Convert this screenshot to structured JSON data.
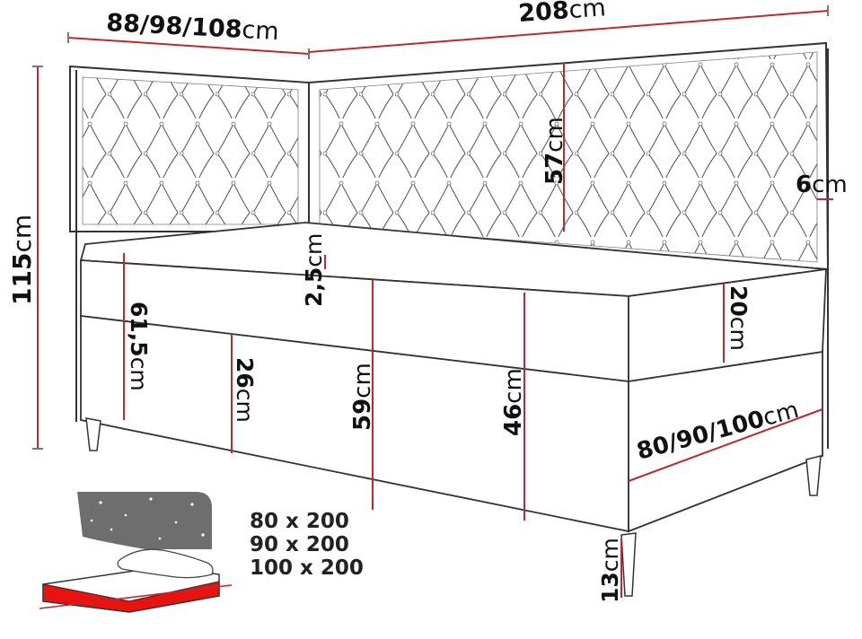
{
  "dimensions": {
    "width_options": {
      "value": "88/98/108",
      "unit": "cm"
    },
    "length": {
      "value": "208",
      "unit": "cm"
    },
    "total_height": {
      "value": "115",
      "unit": "cm"
    },
    "headboard_height": {
      "value": "57",
      "unit": "cm"
    },
    "headboard_thickness": {
      "value": "6",
      "unit": "cm"
    },
    "topper_thickness": {
      "value": "2,5",
      "unit": "cm"
    },
    "side_height": {
      "value": "61,5",
      "unit": "cm"
    },
    "box_height": {
      "value": "26",
      "unit": "cm"
    },
    "sleeping_height": {
      "value": "59",
      "unit": "cm"
    },
    "base_height": {
      "value": "46",
      "unit": "cm"
    },
    "mattress_height": {
      "value": "20",
      "unit": "cm"
    },
    "mattress_width_options": {
      "value": "80/90/100",
      "unit": "cm"
    },
    "leg_height": {
      "value": "13",
      "unit": "cm"
    }
  },
  "sizes": [
    "80 x 200",
    "90 x 200",
    "100 x 200"
  ],
  "colors": {
    "dimension_line": "#c0282d",
    "outline": "#3a3a3a",
    "storage": "#e8130f",
    "icon_dark": "#6e6e6e"
  }
}
